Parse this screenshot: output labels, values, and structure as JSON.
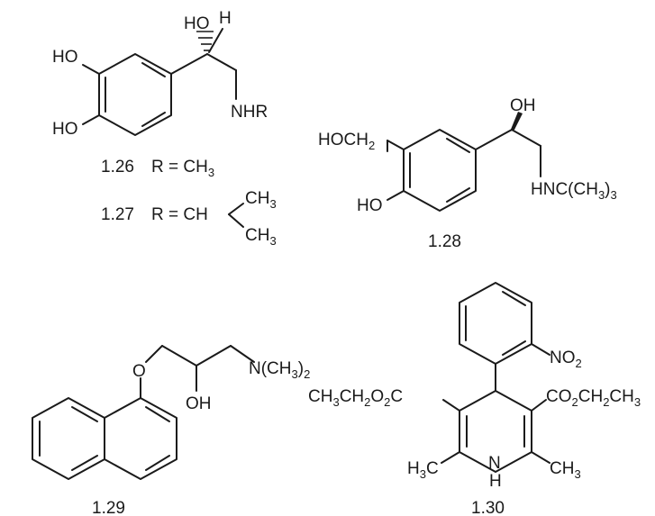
{
  "compounds": {
    "c126": {
      "number": "1.26",
      "r_def": "R = CH",
      "r_sub": "3"
    },
    "c127": {
      "number": "1.27",
      "r_def": "R = CH",
      "r_ch3_top": "CH",
      "r_ch3_top_sub": "3",
      "r_ch3_bot": "CH",
      "r_ch3_bot_sub": "3"
    },
    "c126_structure": {
      "oh_top": "HO",
      "h_top": "H",
      "ho_upper": "HO",
      "ho_lower": "HO",
      "nhr": "NHR"
    },
    "c128": {
      "number": "1.28",
      "oh": "OH",
      "hoch2": "HOCH",
      "hoch2_sub": "2",
      "ho": "HO",
      "amine": "HNC(CH",
      "amine_sub": "3",
      "amine_end": ")",
      "amine_end_sub": "3"
    },
    "c129": {
      "number": "1.29",
      "o": "O",
      "oh": "OH",
      "amine": "N(CH",
      "amine_sub": "3",
      "amine_end": ")",
      "amine_end_sub": "2"
    },
    "c130": {
      "number": "1.30",
      "no2": "NO",
      "no2_sub": "2",
      "ester_left": "CH",
      "ester_left_s1": "3",
      "ester_left_m": "CH",
      "ester_left_s2": "2",
      "ester_left_e": "O",
      "ester_left_s3": "2",
      "ester_left_c": "C",
      "ester_right": "CO",
      "ester_right_s1": "2",
      "ester_right_m": "CH",
      "ester_right_s2": "2",
      "ester_right_e": "CH",
      "ester_right_s3": "3",
      "n": "N",
      "nh": "H",
      "me_left": "H",
      "me_left_s": "3",
      "me_left_c": "C",
      "me_right": "CH",
      "me_right_s": "3"
    }
  }
}
